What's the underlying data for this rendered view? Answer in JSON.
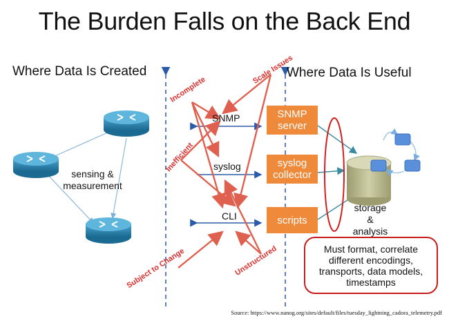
{
  "title": "The Burden Falls on the Back End",
  "left_heading": "Where Data Is Created",
  "right_heading": "Where Data Is Useful",
  "protocols": {
    "snmp": "SNMP",
    "syslog": "syslog",
    "cli": "CLI"
  },
  "collectors": {
    "snmp_server": "SNMP server",
    "syslog_collector": "syslog collector",
    "scripts": "scripts"
  },
  "device_label": "sensing & measurement",
  "storage_label": "storage & analysis",
  "issues": {
    "incomplete": "Incomplete",
    "scale": "Scale Issues",
    "inefficient": "Inefficient",
    "subject_to_change": "Subject to Change",
    "unstructured": "Unstructured"
  },
  "callout": "Must format, correlate different encodings, transports, data models, timestamps",
  "source": "Source: https://www.nanog.org/sites/default/files/tuesday_lightning_cadora_telemetry.pdf",
  "colors": {
    "accent": "#ee8a3a",
    "issue": "#d9302e",
    "connector": "#3a8aa0",
    "arrow_blue": "#2a5aa8"
  }
}
